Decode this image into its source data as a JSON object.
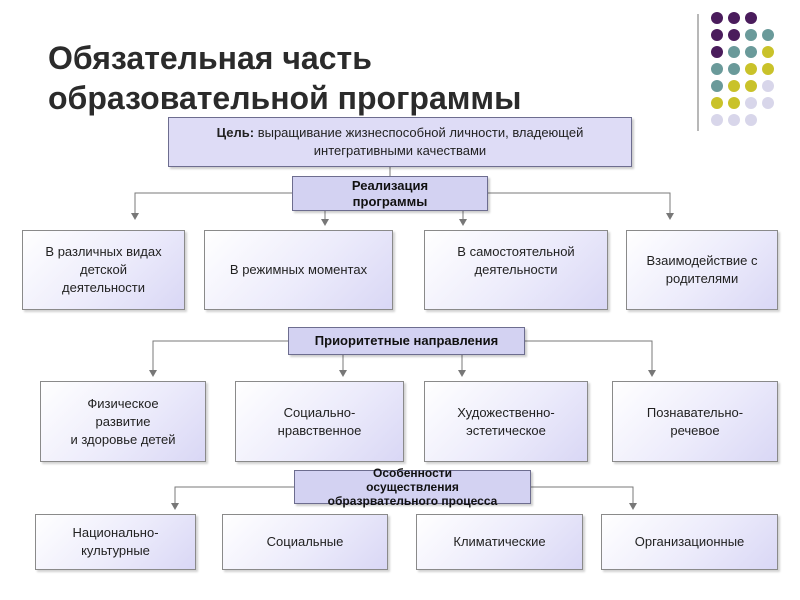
{
  "title": {
    "line1": "Обязательная часть",
    "line2": "образовательной программы"
  },
  "goal": {
    "label": "Цель:",
    "text": " выращивание жизнеспособной личности, владеющей интегративными качествами"
  },
  "hubs": {
    "implementation": "Реализация\nпрограммы",
    "priorities": "Приоритетные  направления",
    "features": "Особенности\nосуществления\nобразрвательного процесса"
  },
  "implementation_items": [
    "В различных видах\nдетской\nдеятельности",
    "В режимных моментах",
    "В самостоятельной\nдеятельности",
    "Взаимодействие с\nродителями"
  ],
  "priority_items": [
    "Физическое\nразвитие\nи здоровье детей",
    "Социально-\nнравственное",
    "Художественно-\nэстетическое",
    "Познавательно-\nречевое"
  ],
  "feature_items": [
    "Национально-\nкультурные",
    "Социальные",
    "Климатические",
    "Организационные"
  ],
  "colors": {
    "purple": "#4a1c5c",
    "teal": "#6a9a9a",
    "yellow": "#c9c22a",
    "lavender": "#d8d6ea",
    "line": "#7a7a7a"
  }
}
